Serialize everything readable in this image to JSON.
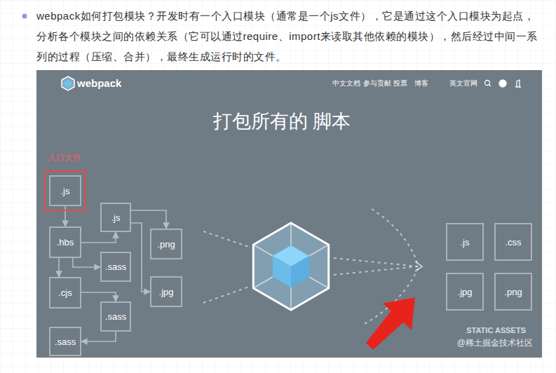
{
  "diagram": {
    "title": "打包所有的 脚本",
    "nodes": [
      {
        "text": [
          ".js"
        ]
      },
      {
        "text": [
          ".js"
        ]
      },
      {
        "text": [
          ".hbs"
        ]
      },
      {
        "text": [
          ".png"
        ]
      },
      {
        "text": [
          ".sass"
        ]
      },
      {
        "text": [
          ".cjs"
        ]
      },
      {
        "text": [
          ".jpg"
        ]
      },
      {
        "text": [
          ".sass"
        ]
      },
      {
        "text": [
          ".sass"
        ]
      },
      {
        "text": [
          ".js"
        ]
      },
      {
        "text": [
          ".css"
        ]
      },
      {
        "text": [
          ".jpg"
        ]
      },
      {
        "text": [
          ".png"
        ]
      }
    ],
    "edges": [
      {
        "from": 0,
        "to": 2,
        "arrow": "to"
      },
      {
        "from": 2,
        "to": 1,
        "arrow": "to"
      },
      {
        "from": 1,
        "to": 3,
        "arrow": "to"
      },
      {
        "from": 1,
        "to": 6,
        "arrow": "to"
      },
      {
        "from": 2,
        "to": 5,
        "arrow": "to"
      },
      {
        "from": 2,
        "to": 4,
        "arrow": "to"
      },
      {
        "from": 5,
        "to": 7,
        "arrow": "to"
      },
      {
        "from": 7,
        "to": 8,
        "arrow": "to"
      }
    ],
    "labels": [
      "webpack如何打包模块？开发时有一个入口模块（通常是一个js文件），它是通过这个入口模块为起点，分析各个模块之间的依赖关系（它可以通过require、import来读取其他依赖的模块），然后经过中间一系列的过程（压缩、合并），最终生成运行时的文件。",
      "webpack",
      "中文文档",
      "参与贡献",
      "投票",
      "博客",
      "英文官网",
      "入口文件",
      "STATIC ASSETS",
      "@稀土掘金技术社区"
    ]
  }
}
